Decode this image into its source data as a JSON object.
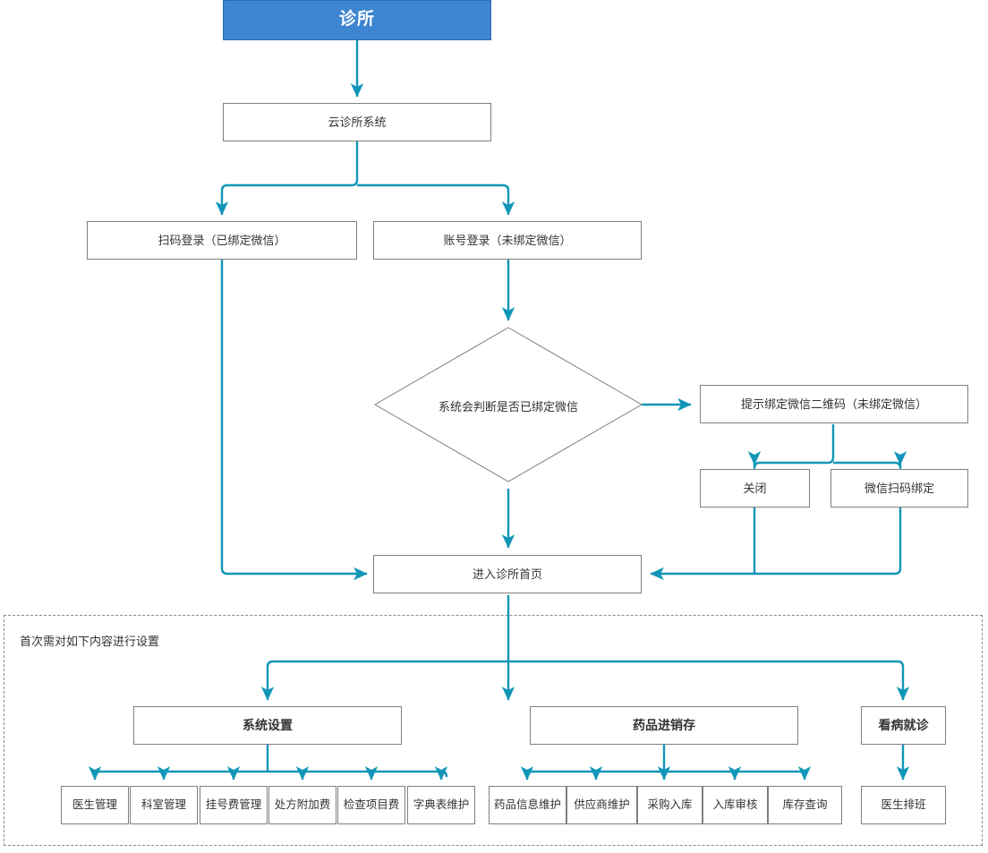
{
  "diagram": {
    "title": "诊所",
    "accent_blue": "#3d85d0",
    "connector_color": "#1196b8",
    "node_border": "#7f7f7f",
    "group_label": "首次需对如下内容进行设置",
    "nodes": {
      "root": "诊所",
      "system": "云诊所系统",
      "login_scan": "扫码登录（已绑定微信）",
      "login_account": "账号登录（未绑定微信）",
      "decision": "系统会判断是否已绑定微信",
      "bind_prompt": "提示绑定微信二维码（未绑定微信）",
      "close": "关闭",
      "wechat_bind": "微信扫码绑定",
      "home": "进入诊所首页",
      "group_a": "系统设置",
      "group_b": "药品进销存",
      "group_c": "看病就诊"
    },
    "system_settings_children": [
      "医生管理",
      "科室管理",
      "挂号费管理",
      "处方附加费",
      "检查项目费",
      "字典表维护"
    ],
    "inventory_children": [
      "药品信息维护",
      "供应商维护",
      "采购入库",
      "入库审核",
      "库存查询"
    ],
    "visit_children": [
      "医生排班"
    ]
  }
}
